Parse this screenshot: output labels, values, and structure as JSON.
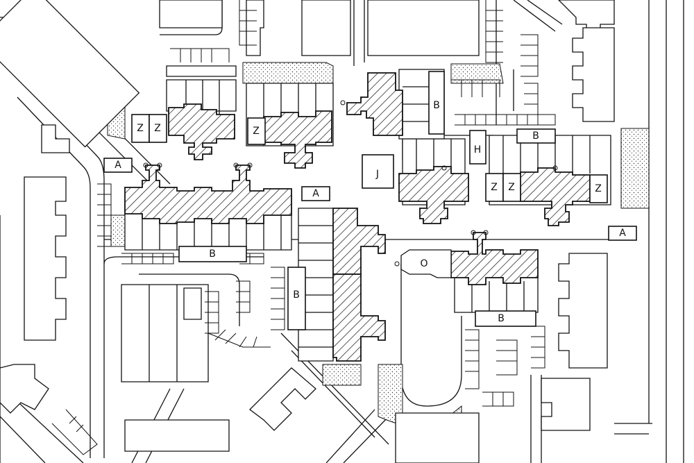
{
  "labels": {
    "a_left": "A",
    "a_center": "A",
    "a_right": "A",
    "b_top": "B",
    "b_right_top": "B",
    "b_bottom_left": "B",
    "b_mid": "B",
    "b_bottom_right": "B",
    "h": "H",
    "j": "J",
    "o": "O",
    "z1": "Z",
    "z2": "Z",
    "z3": "Z",
    "z4": "Z",
    "z5": "Z",
    "z6": "Z"
  },
  "colors": {
    "ink": "#111111",
    "paper": "#ffffff"
  }
}
